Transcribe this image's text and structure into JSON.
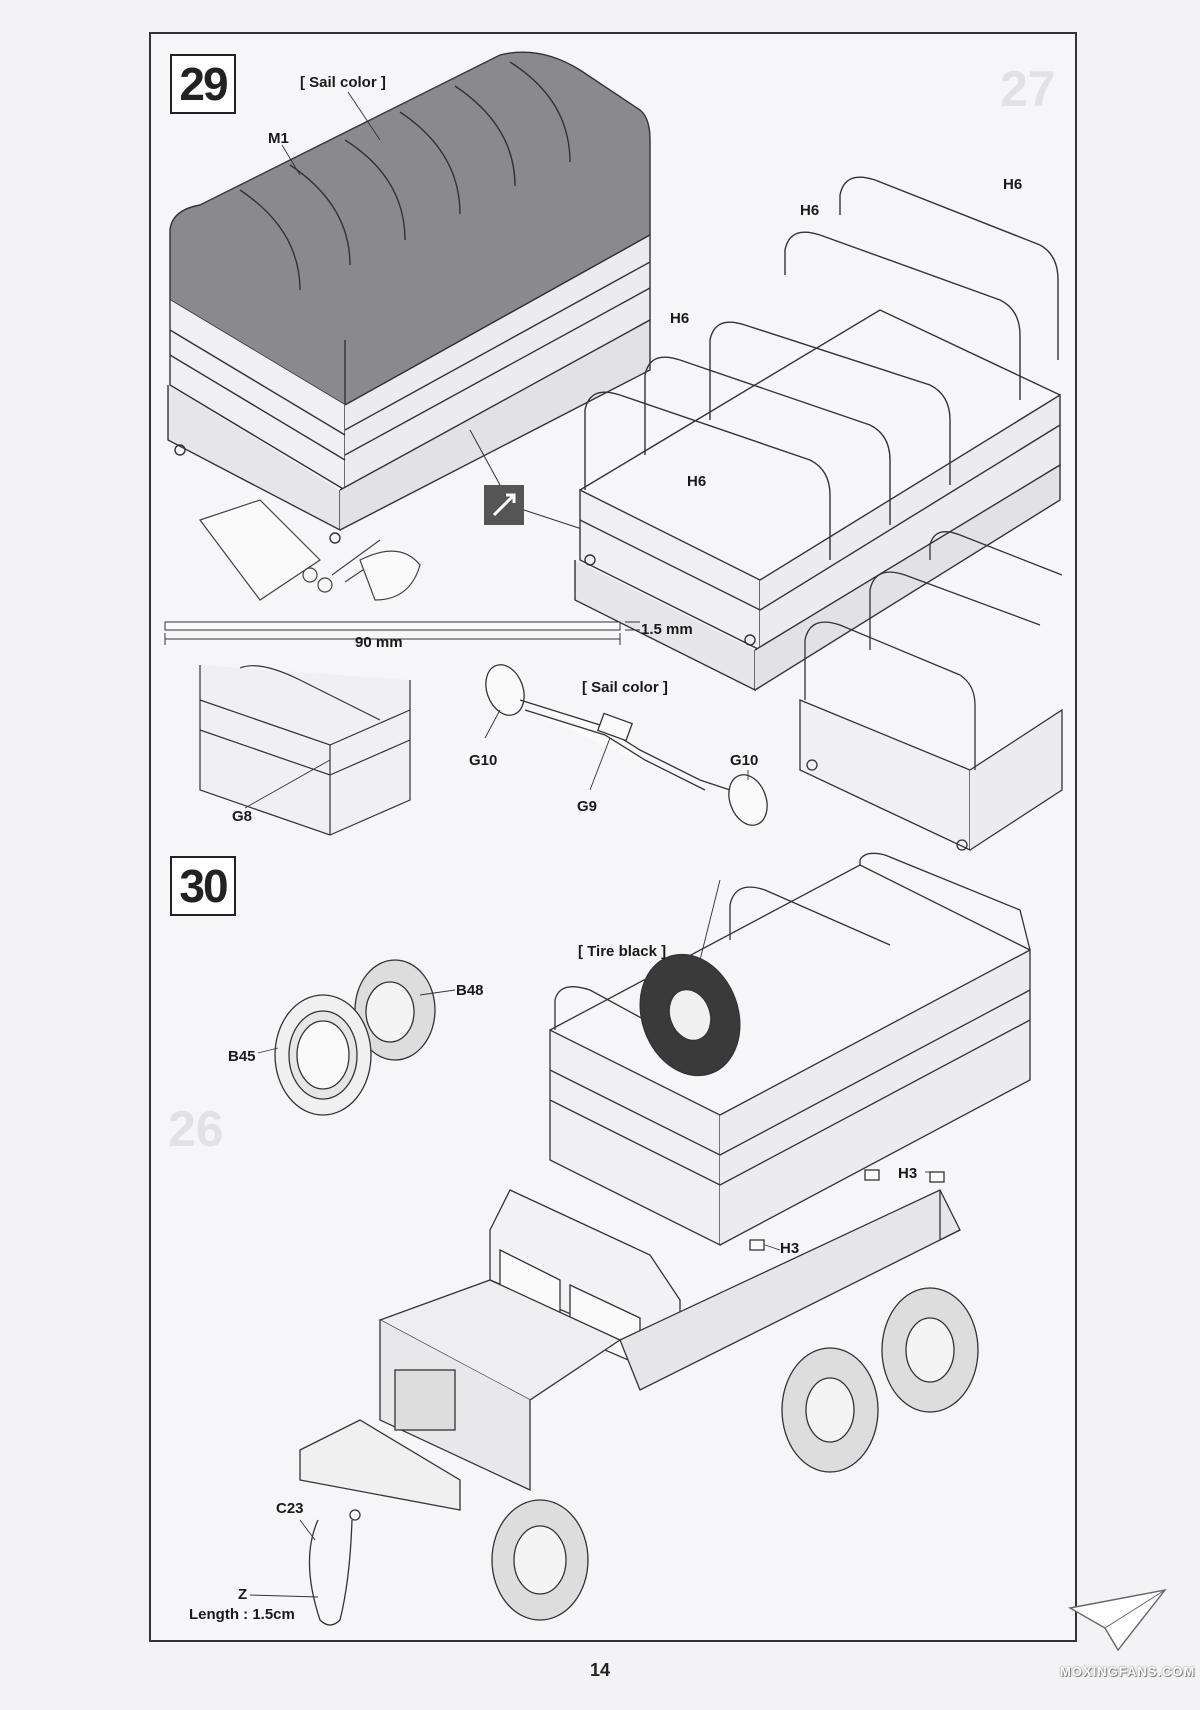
{
  "page": {
    "number": "14"
  },
  "steps": [
    {
      "number": "29"
    },
    {
      "number": "30"
    }
  ],
  "callouts": {
    "sail_color_top": "[ Sail color ]",
    "m1": "M1",
    "h6_a": "H6",
    "h6_b": "H6",
    "h6_c": "H6",
    "h6_d": "H6",
    "length_90": "90 mm",
    "thickness_15": "1.5 mm",
    "sail_color_strap": "[ Sail color ]",
    "g10_left": "G10",
    "g10_right": "G10",
    "g9": "G9",
    "g8": "G8",
    "tire_black": "[ Tire black ]",
    "b48": "B48",
    "b45": "B45",
    "h3_top": "H3",
    "h3_mid": "H3",
    "c23": "C23",
    "z": "Z",
    "length_z": "Length : 1.5cm"
  },
  "watermark": {
    "text": "MOXINGFANS.COM"
  },
  "colors": {
    "canvas": "#8a8a8c",
    "outline": "#333333",
    "tire": "#3a3a3a"
  }
}
